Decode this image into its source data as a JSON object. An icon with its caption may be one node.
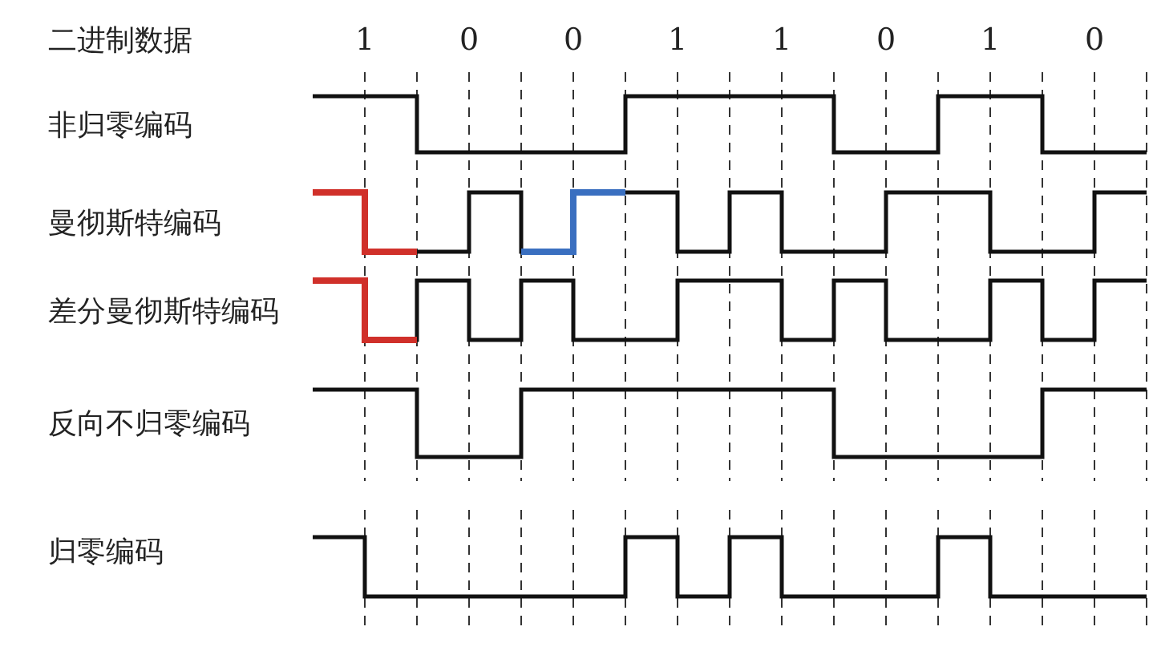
{
  "diagram": {
    "labels": [
      "二进制数据",
      "1",
      "0",
      "0",
      "1",
      "1",
      "0",
      "1",
      "0",
      "非归零编码",
      "曼彻斯特编码",
      "差分曼彻斯特编码",
      "反向不归零编码",
      "归零编码"
    ]
  }
}
